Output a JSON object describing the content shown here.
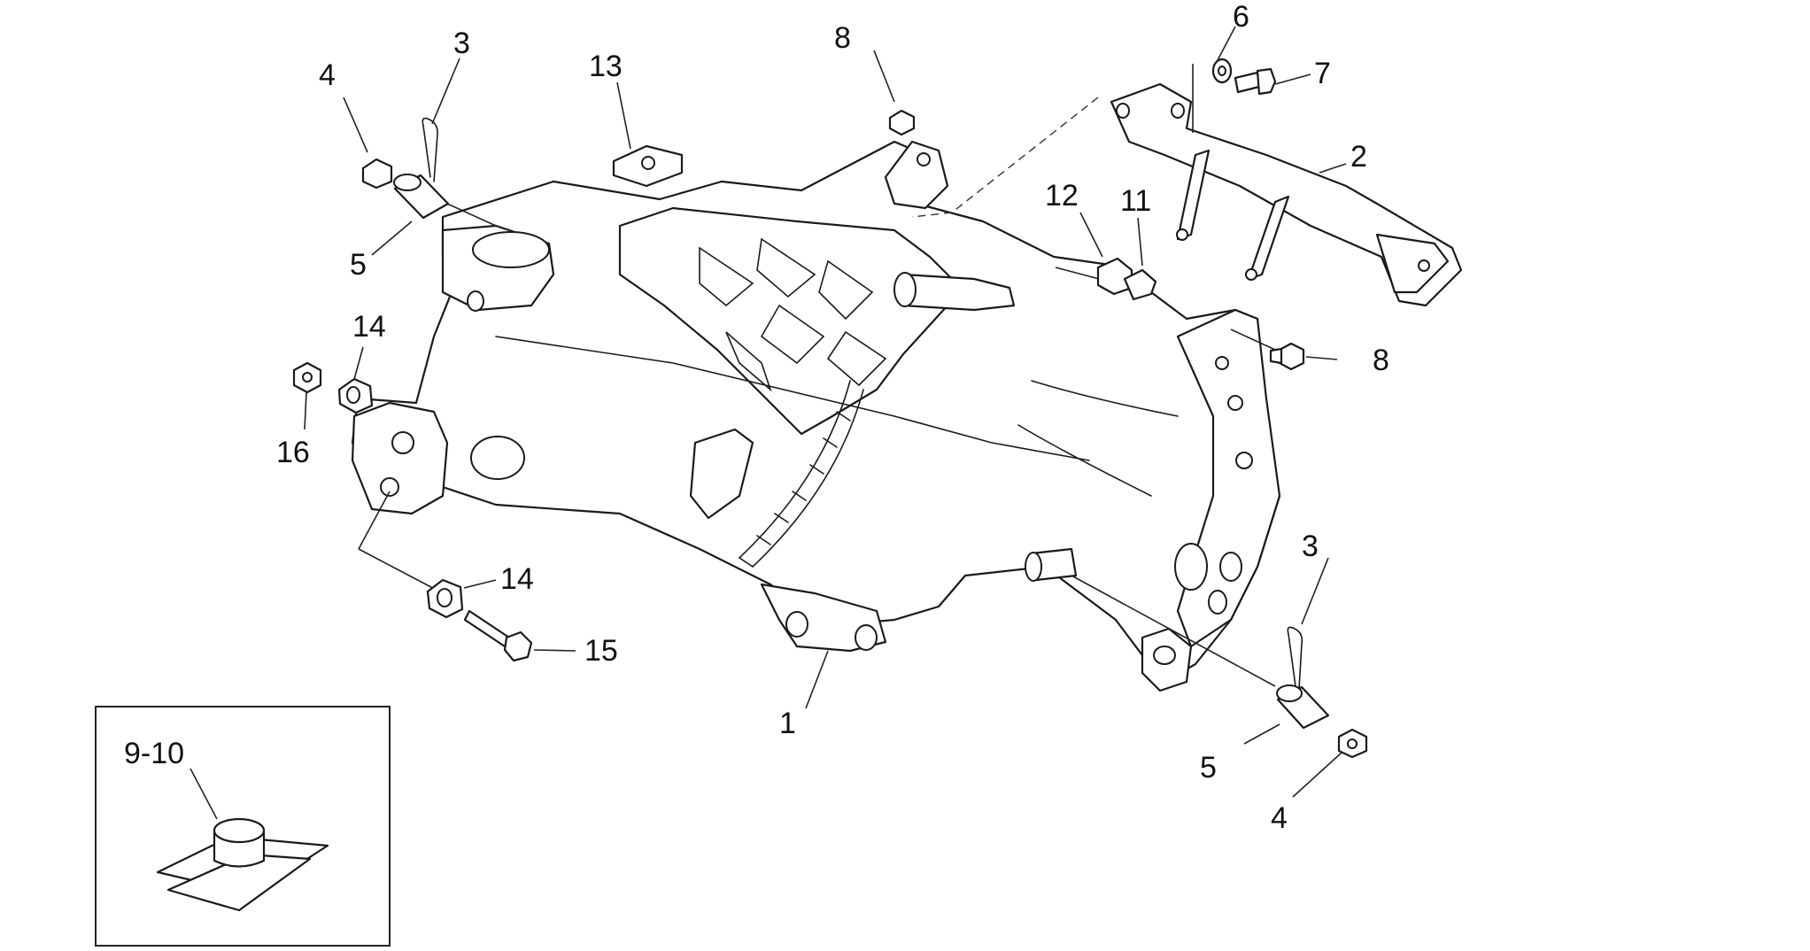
{
  "labels": {
    "frame": "1",
    "bracket": "2",
    "cotter_pin_left": "3",
    "cotter_pin_right": "3",
    "cap_left": "4",
    "cap_right": "4",
    "pin_left": "5",
    "pin_right": "5",
    "washer": "6",
    "screw": "7",
    "nut_top": "8",
    "nut_right": "8",
    "inset": "9-10",
    "bolt_11": "11",
    "part_12": "12",
    "clip_13": "13",
    "bush_upper": "14",
    "bush_lower": "14",
    "bolt_15": "15",
    "nut_16": "16"
  }
}
